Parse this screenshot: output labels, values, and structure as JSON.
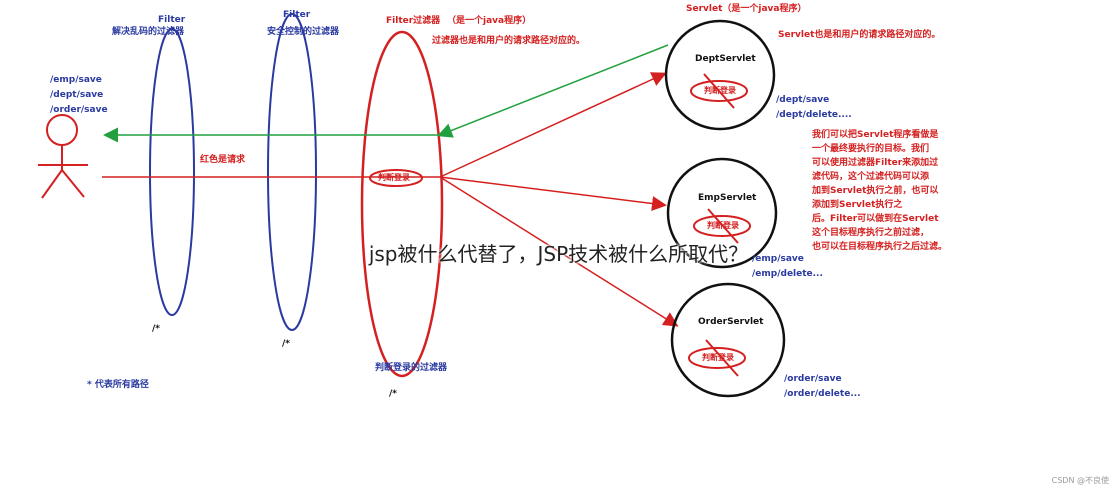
{
  "filters": [
    {
      "name": "Filter",
      "desc": "解决乱码的过滤器",
      "path": "/*"
    },
    {
      "name": "Filter",
      "desc": "安全控制的过滤器",
      "path": "/*"
    }
  ],
  "login_filter": {
    "title": "Filter过滤器",
    "title_note": "（是一个java程序）",
    "path_note": "过滤器也是和用户的请求路径对应的。",
    "stamp": "判断登录",
    "caption": "判断登录的过滤器",
    "path": "/*"
  },
  "client": {
    "paths": [
      "/emp/save",
      "/dept/save",
      "/order/save"
    ],
    "request_label": "红色是请求"
  },
  "servlet_header": {
    "title": "Servlet（是一个java程序）",
    "path_note": "Servlet也是和用户的请求路径对应的。"
  },
  "servlets": [
    {
      "name": "DeptServlet",
      "stamp": "判断登录",
      "paths": [
        "/dept/save",
        "/dept/delete...."
      ]
    },
    {
      "name": "EmpServlet",
      "stamp": "判断登录",
      "paths": [
        "/emp/save",
        "/emp/delete..."
      ]
    },
    {
      "name": "OrderServlet",
      "stamp": "判断登录",
      "paths": [
        "/order/save",
        "/order/delete..."
      ]
    }
  ],
  "note_lines": [
    "我们可以把Servlet程序看做是",
    "一个最终要执行的目标。我们",
    "可以使用过滤器Filter来添加过",
    "滤代码，这个过滤代码可以添",
    "加到Servlet执行之前，也可以",
    "添加到Servlet执行之",
    "后。Filter可以做到在Servlet",
    "这个目标程序执行之前过滤，",
    "也可以在目标程序执行之后过滤。"
  ],
  "wildcard_note": "* 代表所有路径",
  "overlay_title": "jsp被什么代替了，JSP技术被什么所取代？",
  "watermark": "CSDN @不良使",
  "colors": {
    "blue": "#2a3aa0",
    "red": "#d42020",
    "green": "#22a040",
    "black": "#111111"
  }
}
